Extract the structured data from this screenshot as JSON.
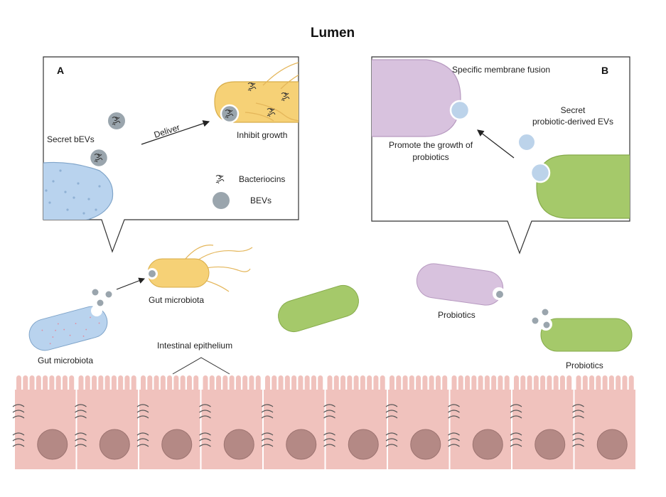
{
  "title": "Lumen",
  "panel_a": {
    "letter": "A",
    "secret_label": "Secret bEVs",
    "deliver_label": "Deliver",
    "inhibit_label": "Inhibit growth",
    "legend": {
      "bacteriocins": "Bacteriocins",
      "bevs": "BEVs"
    }
  },
  "panel_b": {
    "letter": "B",
    "fusion_label": "Specific membrane fusion",
    "secret_line1": "Secret",
    "secret_line2": "probiotic-derived EVs",
    "promote_line1": "Promote the growth of",
    "promote_line2": "probiotics"
  },
  "scene": {
    "gut_microbiota_left": "Gut microbiota",
    "gut_microbiota_center": "Gut microbiota",
    "epithelium": "Intestinal epithelium",
    "probiotics_1": "Probiotics",
    "probiotics_2": "Probiotics"
  },
  "colors": {
    "blue_cell": "#b9d3ee",
    "yellow_cell": "#f6d176",
    "green_cell": "#a5c96a",
    "purple_cell": "#d8c2de",
    "ev_grey": "#9aa5ad",
    "ev_blue": "#bcd3ea",
    "epithelium": "#f0c2bd",
    "nucleus": "#b48985"
  }
}
